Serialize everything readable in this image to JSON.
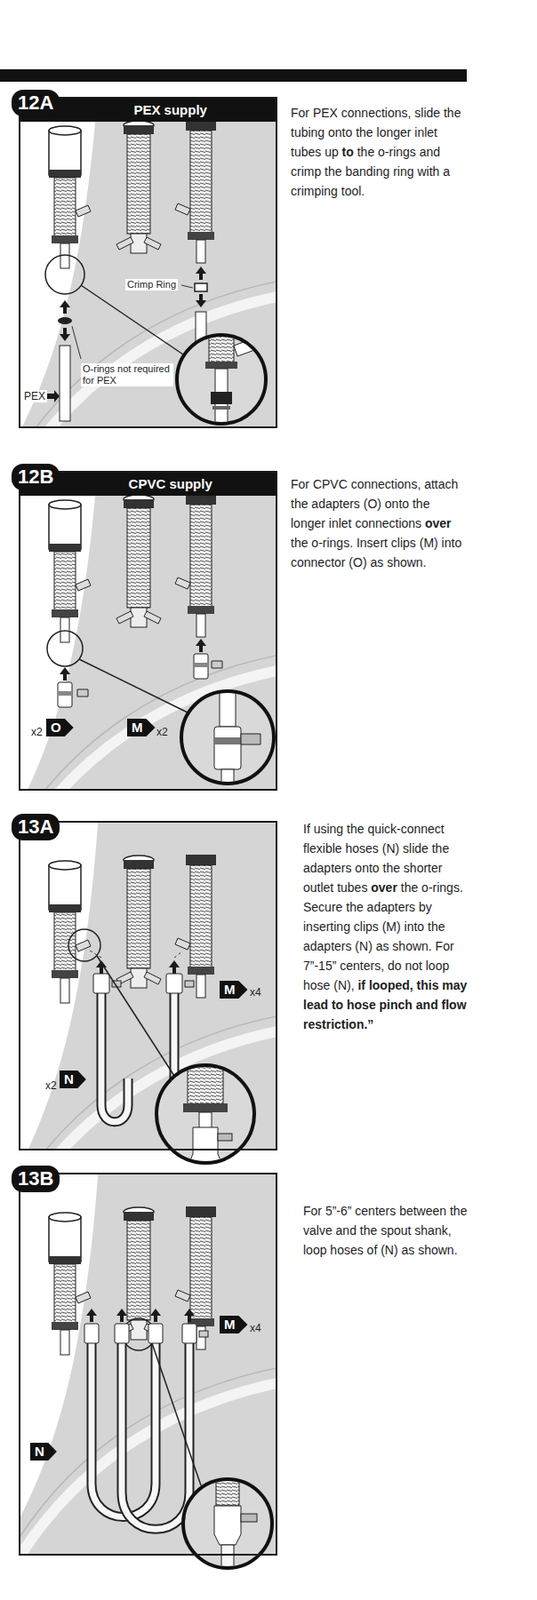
{
  "diagram": {
    "nodes": [
      {
        "text": [
          "12A",
          "PEX supply"
        ]
      },
      {
        "text": [
          "12B",
          "CPVC supply"
        ]
      },
      {
        "text": [
          "13A"
        ]
      },
      {
        "text": [
          "13B"
        ]
      }
    ],
    "labels": [
      "For PEX connections, slide the tubing onto the longer inlet tubes up",
      "to",
      "the o-rings and crimp the banding ring with a crimping tool.",
      "Crimp Ring",
      "O-rings not required for PEX",
      "PEX",
      "For CPVC connections, attach the adapters (O) onto the longer inlet connections",
      "over",
      "the o-rings. Insert clips (M) into connector (O) as shown.",
      "x2",
      "O",
      "M",
      "x2",
      "If using the quick-connect flexible hoses (N) slide the adapters onto the shorter outlet tubes",
      "over",
      "the o-rings. Secure the adapters by inserting clips (M) into the adapters (N) as shown. For 7”-15” centers, do not loop hose (N),",
      "if looped, this may lead to hose pinch and flow restriction.”",
      "M",
      "x4",
      "x2",
      "N",
      "For 5”-6” centers between the valve and the spout shank, loop hoses of (N) as shown.",
      "M",
      "x4",
      "N"
    ]
  }
}
